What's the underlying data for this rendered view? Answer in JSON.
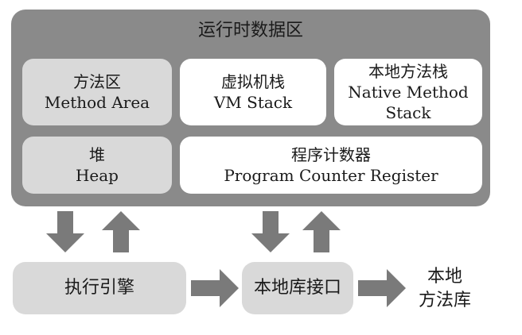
{
  "runtime_area": {
    "title": "运行时数据区"
  },
  "regions": {
    "method_area": {
      "cn": "方法区",
      "en": "Method Area"
    },
    "vm_stack": {
      "cn": "虚拟机栈",
      "en": "VM Stack"
    },
    "native_method_stack": {
      "cn": "本地方法栈",
      "en_line1": "Native Method",
      "en_line2": "Stack"
    },
    "heap": {
      "cn": "堆",
      "en": "Heap"
    },
    "program_counter": {
      "cn": "程序计数器",
      "en": "Program Counter Register"
    }
  },
  "execution_engine": {
    "label": "执行引擎"
  },
  "native_interface": {
    "label": "本地库接口"
  },
  "native_library": {
    "line1": "本地",
    "line2": "方法库"
  },
  "colors": {
    "outer": "#8a8a8a",
    "shared": "#d9d9d9",
    "private": "#ffffff",
    "arrow": "#7a7a7a"
  }
}
